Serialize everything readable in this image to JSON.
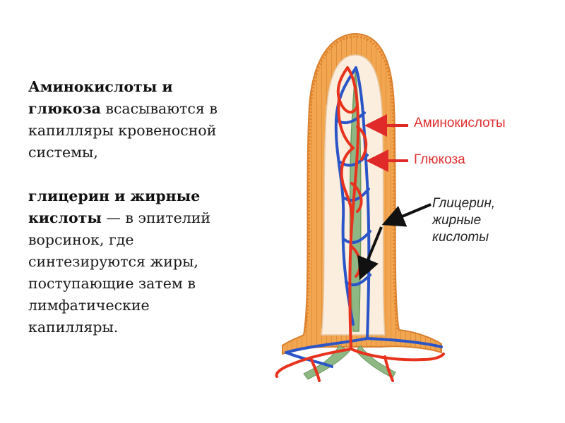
{
  "text": {
    "p1_bold": "Аминокислоты и глюкоза",
    "p1_rest": " всасываются в капилляры кровеносной системы,",
    "p2_bold": "глицерин и жирные кислоты",
    "p2_rest": " — в эпителий ворсинок, где синтезируются жиры, поступающие затем в лимфатические капилляры."
  },
  "labels": {
    "amino": "Аминокислоты",
    "glucose": "Глюкоза",
    "fat_line1": "Глицерин,",
    "fat_line2": "жирные",
    "fat_line3": "кислоты"
  },
  "colors": {
    "artery": "#e8321e",
    "vein": "#2a55c8",
    "lymph": "#7faa72",
    "epithelium": "#f2a24a",
    "arrow_red": "#e02a2a",
    "arrow_black": "#111111"
  }
}
